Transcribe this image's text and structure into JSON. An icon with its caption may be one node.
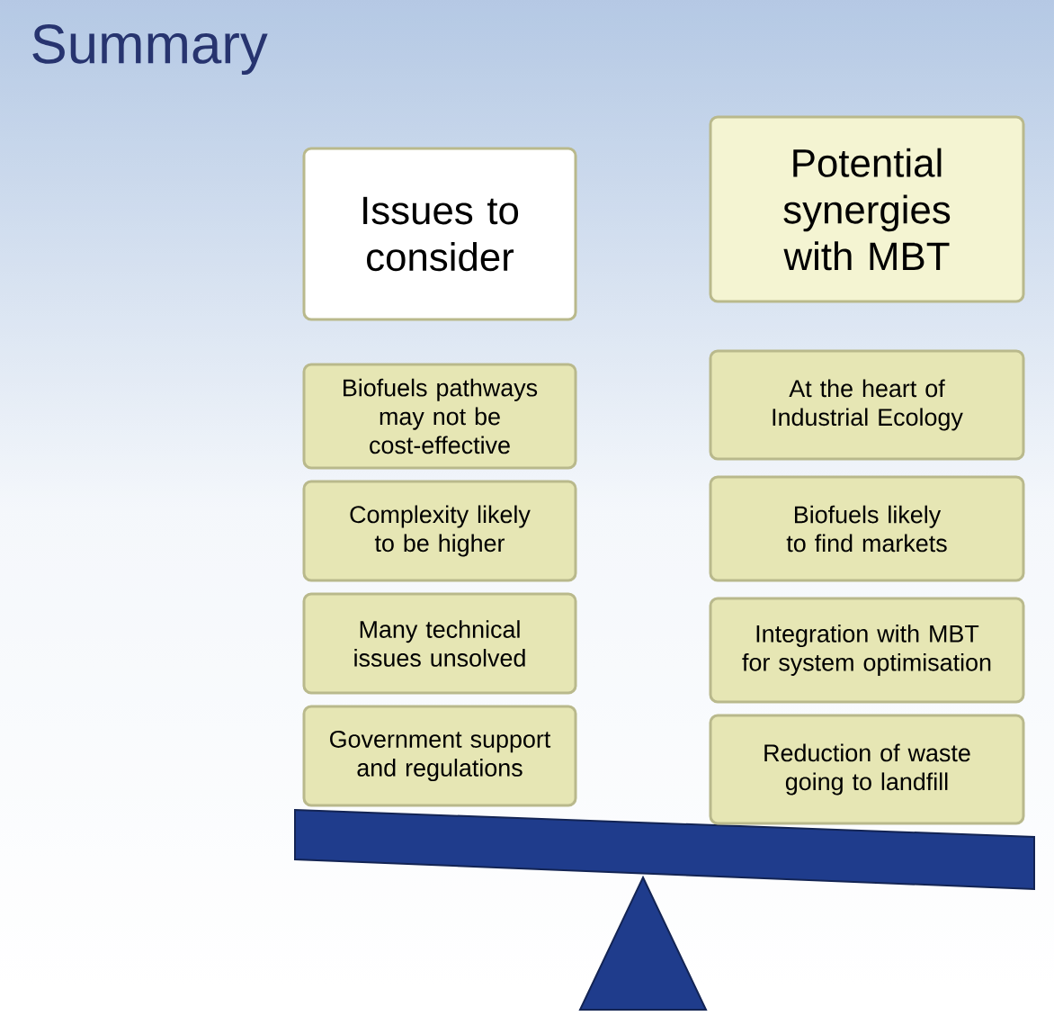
{
  "diagram": {
    "title": "Summary",
    "nodes": [
      {
        "text": [
          "Issues to consider"
        ]
      },
      {
        "text": [
          "Potential synergies with MBT"
        ]
      },
      {
        "text": [
          "Biofuels pathways may not be cost-effective"
        ]
      },
      {
        "text": [
          "At the heart of Industrial Ecology"
        ]
      },
      {
        "text": [
          "Complexity likely to be higher"
        ]
      },
      {
        "text": [
          "Biofuels likely to find markets"
        ]
      },
      {
        "text": [
          "Many technical issues unsolved"
        ]
      },
      {
        "text": [
          "Integration with MBT for system optimisation"
        ]
      },
      {
        "text": [
          "Government support and regulations"
        ]
      },
      {
        "text": [
          "Reduction of waste going to landfill"
        ]
      }
    ]
  }
}
